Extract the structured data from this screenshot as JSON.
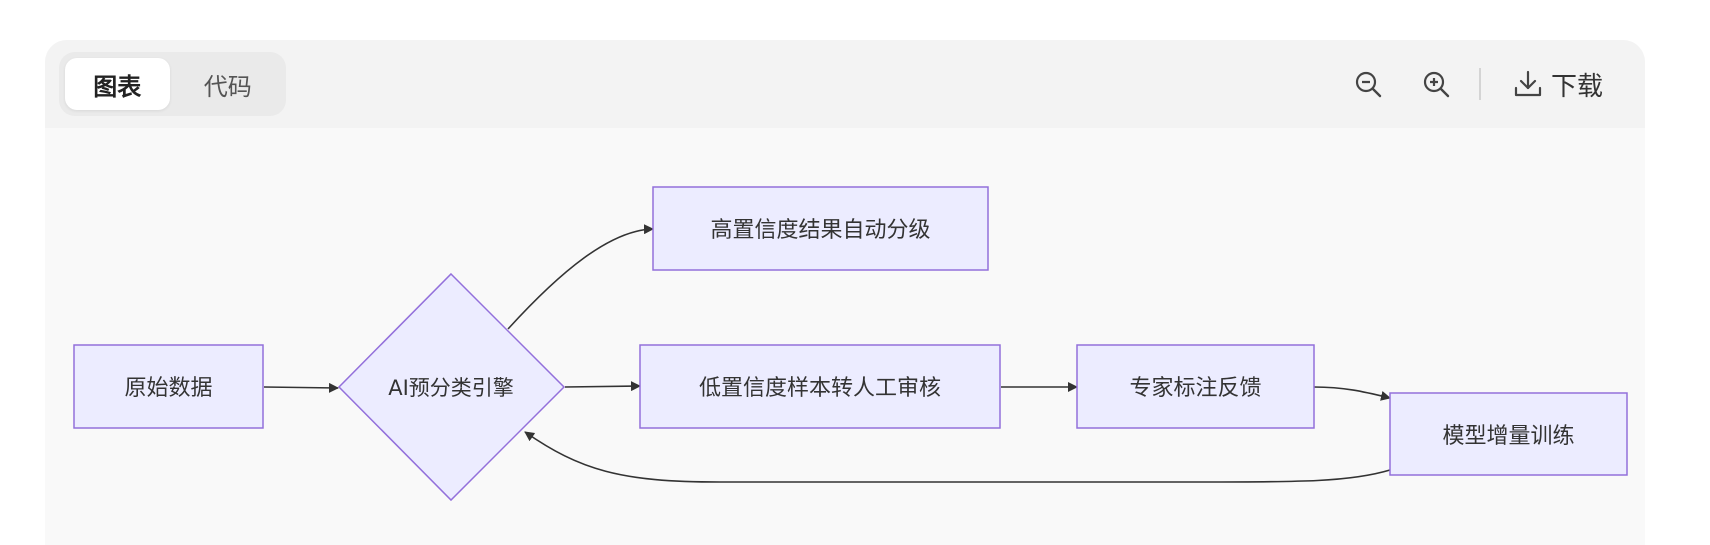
{
  "toolbar": {
    "tabs": [
      {
        "label": "图表",
        "active": true
      },
      {
        "label": "代码",
        "active": false
      }
    ],
    "zoom_out_icon": "zoom-out-icon",
    "zoom_in_icon": "zoom-in-icon",
    "download_icon": "download-icon",
    "download_label": "下载"
  },
  "colors": {
    "node_fill": "#ececff",
    "node_stroke": "#9370db",
    "edge": "#333333",
    "canvas_bg": "#f9f9f9",
    "toolbar_bg": "#f3f3f3"
  },
  "diagram": {
    "nodes": [
      {
        "id": "raw",
        "label": "原始数据",
        "shape": "rect"
      },
      {
        "id": "ai",
        "label": "AI预分类引擎",
        "shape": "diamond"
      },
      {
        "id": "high",
        "label": "高置信度结果自动分级",
        "shape": "rect"
      },
      {
        "id": "low",
        "label": "低置信度样本转人工审核",
        "shape": "rect"
      },
      {
        "id": "expert",
        "label": "专家标注反馈",
        "shape": "rect"
      },
      {
        "id": "train",
        "label": "模型增量训练",
        "shape": "rect"
      }
    ],
    "edges": [
      {
        "from": "raw",
        "to": "ai"
      },
      {
        "from": "ai",
        "to": "high"
      },
      {
        "from": "ai",
        "to": "low"
      },
      {
        "from": "low",
        "to": "expert"
      },
      {
        "from": "expert",
        "to": "train"
      },
      {
        "from": "train",
        "to": "ai"
      }
    ]
  }
}
